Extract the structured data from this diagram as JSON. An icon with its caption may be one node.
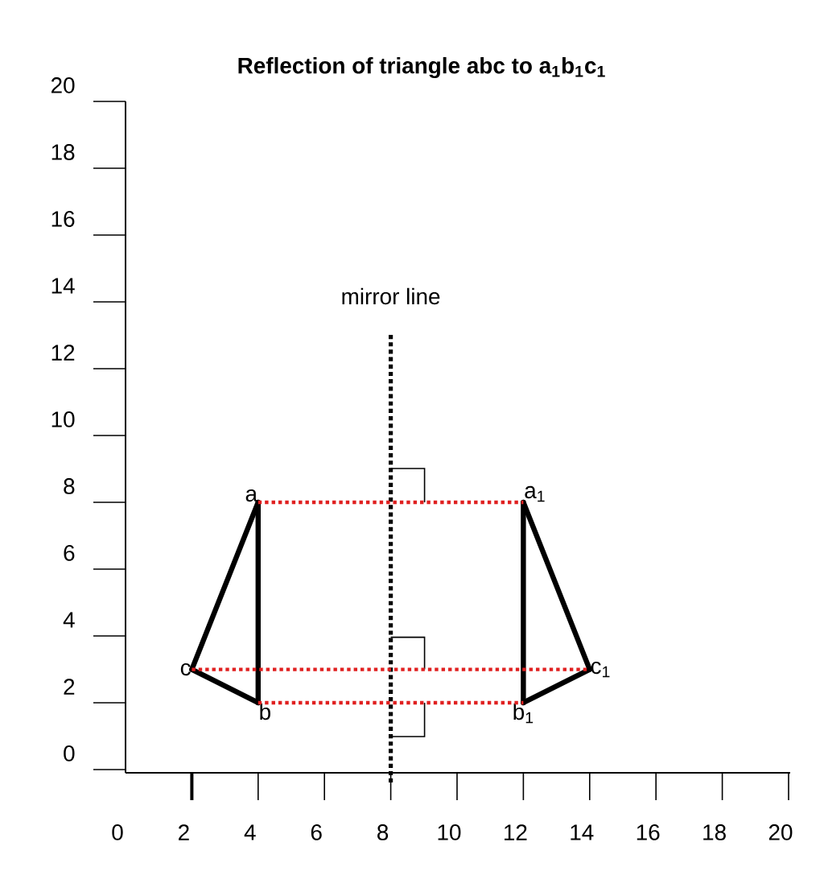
{
  "diagram": {
    "title": "Reflection of triangle abc to a$_{1}$b$_{1}$c$_{1}$",
    "nodes": [
      {
        "text": [
          "a"
        ]
      },
      {
        "text": [
          "b"
        ]
      },
      {
        "text": [
          "c"
        ]
      },
      {
        "text": [
          "a$_{1}$"
        ]
      },
      {
        "text": [
          "b$_{1}$"
        ]
      },
      {
        "text": [
          "c$_{1}$"
        ]
      }
    ],
    "edges": [
      {
        "from": 0,
        "to": 1,
        "arrow": "none"
      },
      {
        "from": 1,
        "to": 2,
        "arrow": "none"
      },
      {
        "from": 2,
        "to": 0,
        "arrow": "none"
      },
      {
        "from": 3,
        "to": 4,
        "arrow": "none"
      },
      {
        "from": 4,
        "to": 5,
        "arrow": "none"
      },
      {
        "from": 5,
        "to": 3,
        "arrow": "none"
      },
      {
        "from": 0,
        "to": 3,
        "arrow": "none",
        "style": "dashed",
        "color": "#e02020"
      },
      {
        "from": 2,
        "to": 5,
        "arrow": "none",
        "style": "dashed",
        "color": "#e02020"
      },
      {
        "from": 1,
        "to": 4,
        "arrow": "none",
        "style": "dashed",
        "color": "#e02020"
      }
    ],
    "labels": [
      "mirror line",
      "20",
      "18",
      "16",
      "14",
      "12",
      "10",
      "8",
      "6",
      "4",
      "2",
      "0",
      "0",
      "2",
      "4",
      "6",
      "8",
      "10",
      "12",
      "14",
      "16",
      "18",
      "20"
    ]
  }
}
